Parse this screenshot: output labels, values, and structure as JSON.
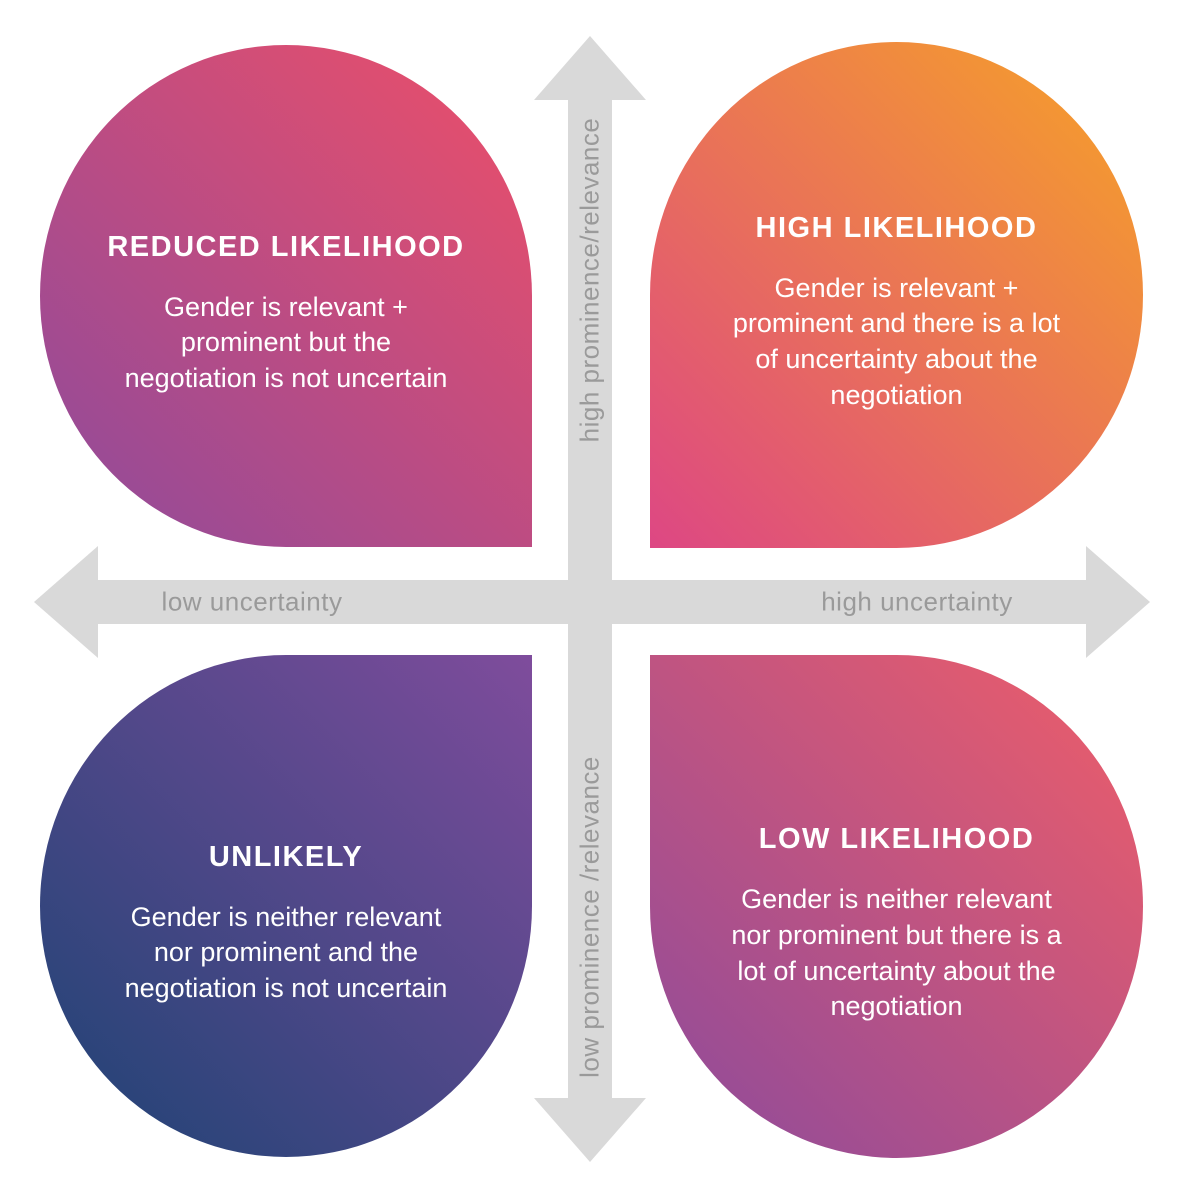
{
  "axes": {
    "vertical_top_label": "high prominence/relevance",
    "vertical_bottom_label": "low prominence /relevance",
    "horizontal_left_label": "low uncertainty",
    "horizontal_right_label": "high uncertainty",
    "arrow_color": "#d9d9d9",
    "label_color": "#9a9a9a"
  },
  "quadrants": [
    {
      "position": "top-left",
      "title": "REDUCED LIKELIHOOD",
      "description": "Gender is relevant +\nprominent but the\nnegotiation is not uncertain",
      "gradient_start": "#8d4a9c",
      "gradient_end": "#ee4f68"
    },
    {
      "position": "top-right",
      "title": "HIGH LIKELIHOOD",
      "description": "Gender is relevant +\nprominent and there is a lot\nof uncertainty about the\nnegotiation",
      "gradient_start": "#dd4784",
      "gradient_end": "#f7a326"
    },
    {
      "position": "bottom-left",
      "title": "UNLIKELY",
      "description": "Gender is neither relevant\nnor prominent and the\nnegotiation is not uncertain",
      "gradient_start": "#1d4374",
      "gradient_end": "#7f4c9c"
    },
    {
      "position": "bottom-right",
      "title": "LOW LIKELIHOOD",
      "description": "Gender is neither relevant\nnor prominent but there is a\nlot of uncertainty about the\nnegotiation",
      "gradient_start": "#8c4a9c",
      "gradient_end": "#f05e68"
    }
  ],
  "background_color": "#ffffff"
}
